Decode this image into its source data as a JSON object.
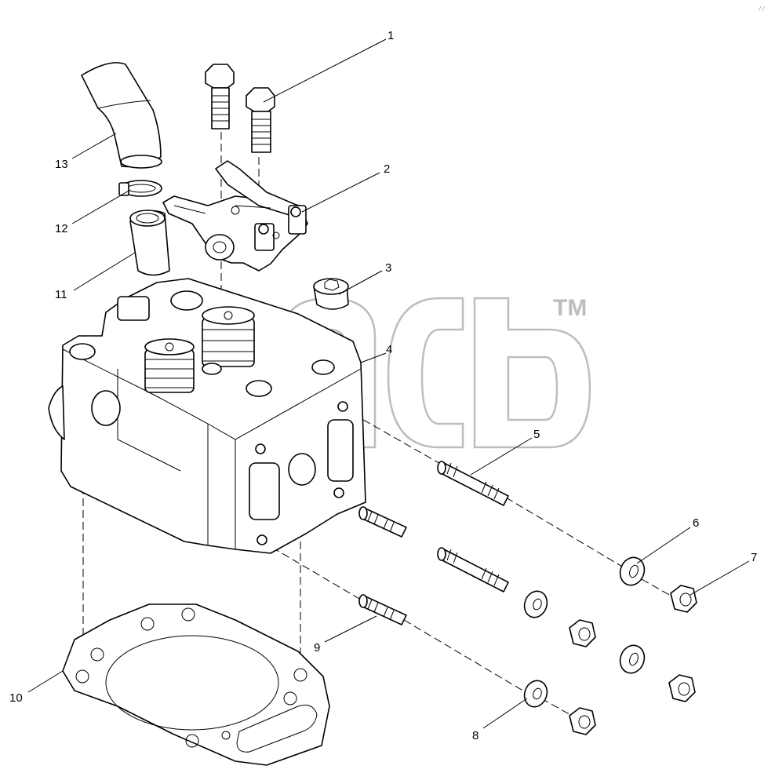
{
  "diagram": {
    "type": "exploded parts drawing",
    "callouts": [
      "1",
      "2",
      "3",
      "4",
      "5",
      "6",
      "7",
      "8",
      "9",
      "10",
      "11",
      "12",
      "13"
    ],
    "watermark_text": "TM",
    "corner_mark": "⁄ ⁄"
  }
}
